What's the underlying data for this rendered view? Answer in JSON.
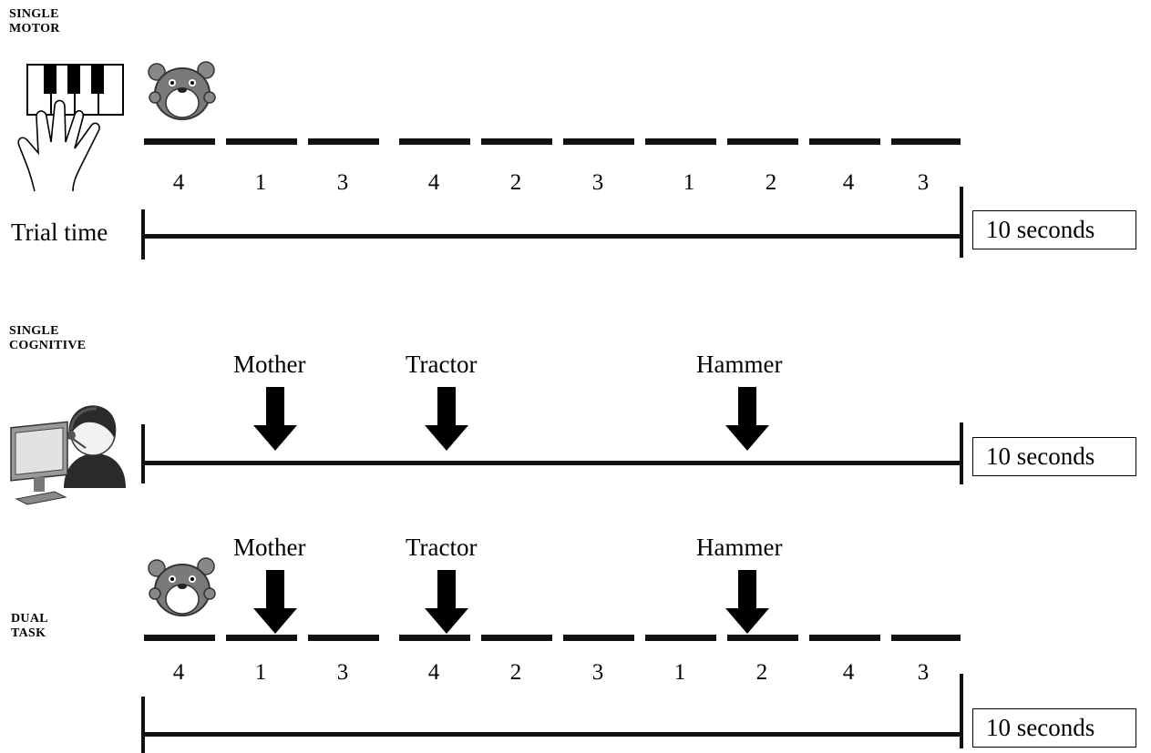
{
  "sections": {
    "single_motor": {
      "label_line1": "SINGLE",
      "label_line2": "MOTOR",
      "digits": [
        "4",
        "1",
        "3",
        "4",
        "2",
        "3",
        "1",
        "2",
        "4",
        "3"
      ],
      "trial_label": "Trial time",
      "duration": "10 seconds"
    },
    "single_cognitive": {
      "label_line1": "SINGLE",
      "label_line2": "COGNITIVE",
      "words": [
        "Mother",
        "Tractor",
        "Hammer"
      ],
      "duration": "10 seconds"
    },
    "dual_task": {
      "label_line1": "DUAL",
      "label_line2": "TASK",
      "words": [
        "Mother",
        "Tractor",
        "Hammer"
      ],
      "digits": [
        "4",
        "1",
        "3",
        "4",
        "2",
        "3",
        "1",
        "2",
        "4",
        "3"
      ],
      "duration": "10 seconds"
    }
  },
  "icons": {
    "motor": "hand-piano-icon",
    "bear": "bear-toy-icon",
    "cognitive": "person-computer-headset-icon",
    "arrow": "down-arrow-icon"
  },
  "colors": {
    "line": "#111111",
    "bear": "#777777"
  }
}
